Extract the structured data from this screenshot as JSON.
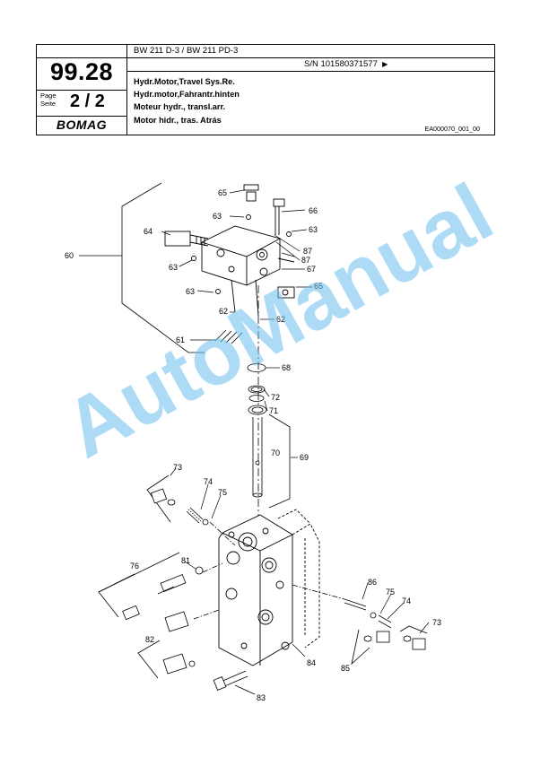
{
  "header": {
    "model": "BW 211 D-3 / BW 211 PD-3",
    "serial": "S/N 101580371577",
    "serial_arrow": "▶",
    "section": "99.28",
    "page_label_1": "Page",
    "page_label_2": "Seite",
    "page": "2 / 2",
    "logo": "BOMAG",
    "titles": [
      "Hydr.Motor,Travel Sys.Re.",
      "Hydr.motor,Fahrantr.hinten",
      "Moteur hydr., transl.arr.",
      "Motor hidr., tras. Atrás"
    ],
    "doc_id": "EA000070_001_00"
  },
  "callouts": {
    "c60": "60",
    "c61": "61",
    "c62a": "62",
    "c62b": "62",
    "c63a": "63",
    "c63b": "63",
    "c63c": "63",
    "c63d": "63",
    "c64": "64",
    "c65a": "65",
    "c65b": "65",
    "c66": "66",
    "c67": "67",
    "c87a": "87",
    "c87b": "87",
    "c68": "68",
    "c72": "72",
    "c71": "71",
    "c70": "70",
    "c69": "69",
    "c73a": "73",
    "c73b": "73",
    "c74a": "74",
    "c74b": "74",
    "c75a": "75",
    "c75b": "75",
    "c76": "76",
    "c81": "81",
    "c82": "82",
    "c83": "83",
    "c84": "84",
    "c85": "85",
    "c86": "86"
  },
  "watermark": "AutoManual",
  "colors": {
    "watermark": "#6abeec",
    "lines": "#000000"
  }
}
